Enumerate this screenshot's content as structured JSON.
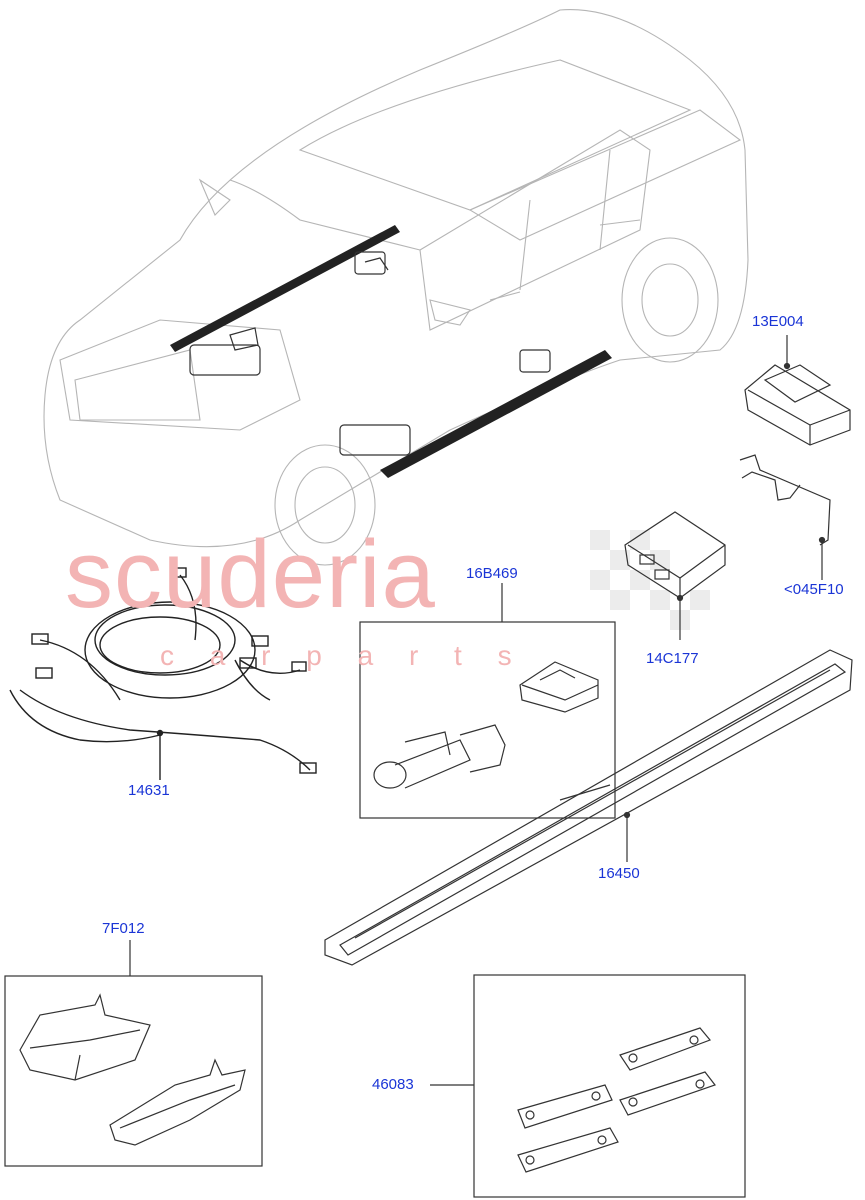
{
  "colors": {
    "callout": "#1a35d6",
    "line": "#3a3a3a",
    "watermark": "#f3b4b4"
  },
  "watermark": {
    "brand": "scuderia",
    "sub": "c a r   p a r t s"
  },
  "callouts": [
    {
      "id": "13E004"
    },
    {
      "id": "16B469"
    },
    {
      "id": "14C177"
    },
    {
      "id": "<045F10"
    },
    {
      "id": "14631"
    },
    {
      "id": "16450"
    },
    {
      "id": "7F012"
    },
    {
      "id": "46083"
    }
  ]
}
